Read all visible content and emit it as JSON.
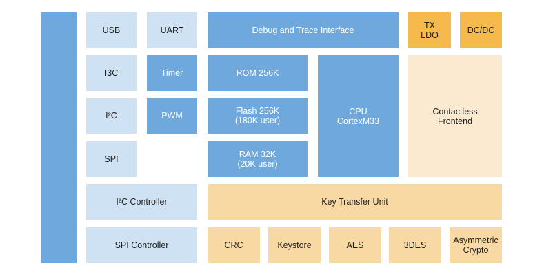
{
  "blocks": {
    "usb": "USB",
    "uart": "UART",
    "debug": "Debug and Trace Interface",
    "tx_ldo": "TX\nLDO",
    "dcdc": "DC/DC",
    "i3c": "I3C",
    "timer": "Timer",
    "rom": "ROM 256K",
    "cpu": "CPU\nCortexM33",
    "contactless": "Contactless\nFrontend",
    "i2c": "I²C",
    "pwm": "PWM",
    "flash": "Flash 256K\n(180K user)",
    "spi": "SPI",
    "ram": "RAM 32K\n(20K user)",
    "i2c_controller": "I²C Controller",
    "key_transfer": "Key Transfer Unit",
    "spi_controller": "SPI Controller",
    "crc": "CRC",
    "keystore": "Keystore",
    "aes": "AES",
    "des3": "3DES",
    "asymmetric": "Asymmetric\nCrypto"
  },
  "colors": {
    "mid_blue": "#6fa8dc",
    "light_blue": "#cfe2f3",
    "orange": "#f6b94c",
    "tan": "#f9d9a3",
    "cream": "#fbead0"
  }
}
